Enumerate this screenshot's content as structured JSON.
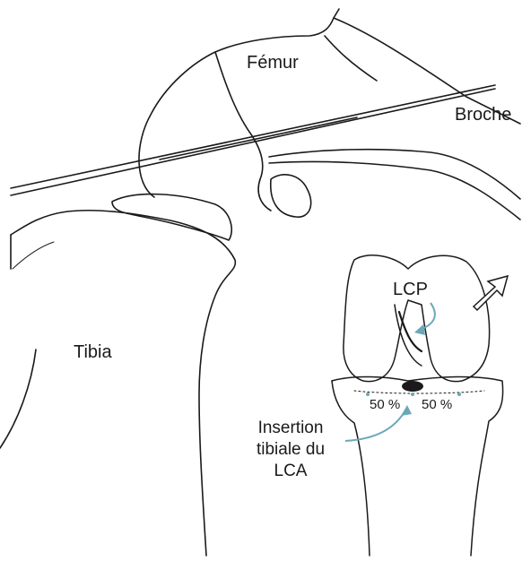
{
  "labels": {
    "femur": "Fémur",
    "broche": "Broche",
    "tibia": "Tibia",
    "lcp": "LCP",
    "left_percent": "50 %",
    "right_percent": "50 %",
    "insertion_line1": "Insertion",
    "insertion_line2": "tibiale du",
    "insertion_line3": "LCA"
  },
  "colors": {
    "line": "#1a1a1a",
    "accent_arrow": "#6aa8b8",
    "background": "#ffffff"
  },
  "icons": [
    "direction-arrow-icon",
    "curved-arrow-icon"
  ]
}
